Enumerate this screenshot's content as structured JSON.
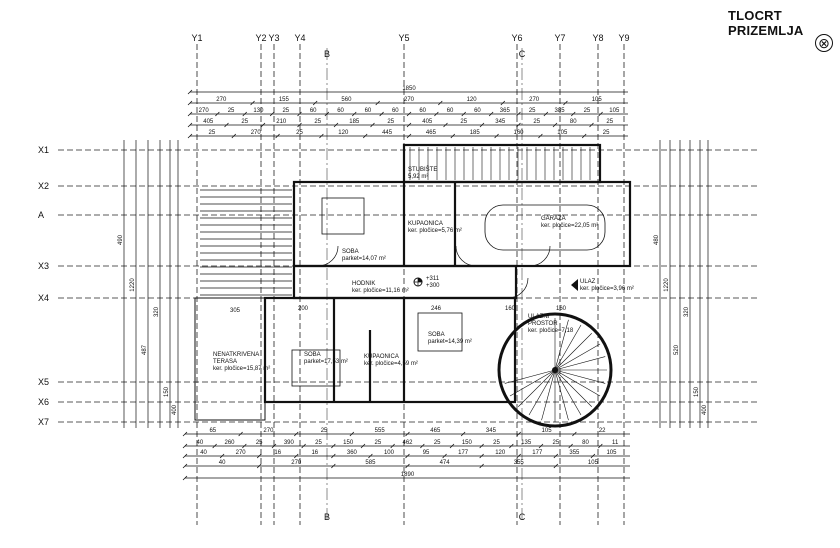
{
  "title": "TLOCRT PRIZEMLJA",
  "north_symbol": "⊗",
  "grid_y": [
    "Y1",
    "Y2",
    "Y3",
    "Y4",
    "Y5",
    "Y6",
    "Y7",
    "Y8",
    "Y9"
  ],
  "grid_x": [
    "X1",
    "X2",
    "A",
    "X3",
    "X4",
    "X5",
    "X6",
    "X7"
  ],
  "section_marks": [
    "B",
    "C"
  ],
  "dims_top": [
    [
      "1850"
    ],
    [
      "270",
      "155",
      "560",
      "270",
      "120",
      "270",
      "105"
    ],
    [
      "270",
      "25",
      "130",
      "25",
      "60",
      "60",
      "60",
      "60",
      "60",
      "60",
      "60",
      "365",
      "25",
      "385",
      "25",
      "105"
    ],
    [
      "405",
      "25",
      "210",
      "25",
      "185",
      "25",
      "405",
      "25",
      "345",
      "25",
      "80",
      "25"
    ],
    [
      "25",
      "270",
      "25",
      "120",
      "445",
      "465",
      "185",
      "160",
      "105",
      "25"
    ]
  ],
  "dims_bottom": [
    [
      "65",
      "270",
      "25",
      "555",
      "465",
      "345",
      "105",
      "22"
    ],
    [
      "40",
      "260",
      "25",
      "390",
      "25",
      "150",
      "25",
      "462",
      "25",
      "150",
      "25",
      "135",
      "25",
      "80",
      "11"
    ],
    [
      "40",
      "270",
      "16",
      "16",
      "360",
      "100",
      "95",
      "177",
      "120",
      "177",
      "355",
      "105"
    ],
    [
      "40",
      "270",
      "585",
      "474",
      "355",
      "105"
    ],
    [
      "1890"
    ]
  ],
  "dims_left": [
    "490",
    "1220",
    "487",
    "320",
    "150",
    "400"
  ],
  "dims_right": [
    "480",
    "1220",
    "520",
    "320",
    "150",
    "400"
  ],
  "rooms": [
    {
      "name": "STUBIŠTE",
      "area": "5,92 m²"
    },
    {
      "name": "SOBA",
      "area": "parket=14,07 m²"
    },
    {
      "name": "KUPAONICA",
      "area": "ker. pločice=5,76 m²"
    },
    {
      "name": "GARAŽA",
      "area": "ker. pločice=22,05 m²"
    },
    {
      "name": "HODNIK",
      "area": "ker. pločice=11,16 m²"
    },
    {
      "name": "ULAZ",
      "area": "ker. pločice=3,96 m²"
    },
    {
      "name": "ULAZNI PROSTOR",
      "area": "ker. pločice=7,18"
    },
    {
      "name": "SOBA",
      "area": "parket=14,39 m²"
    },
    {
      "name": "KUPAONICA",
      "area": "ker. pločice=4,59 m²"
    },
    {
      "name": "SOBA",
      "area": "parket=17,53 m²"
    },
    {
      "name": "NENATKRIVENA TERASA",
      "area": "ker. pločice=15,87 m²"
    }
  ],
  "level_marker": {
    "top": "+311",
    "bottom": "+300"
  },
  "terrace_width": "305",
  "room_dims": [
    "200",
    "246",
    "160",
    "160"
  ]
}
